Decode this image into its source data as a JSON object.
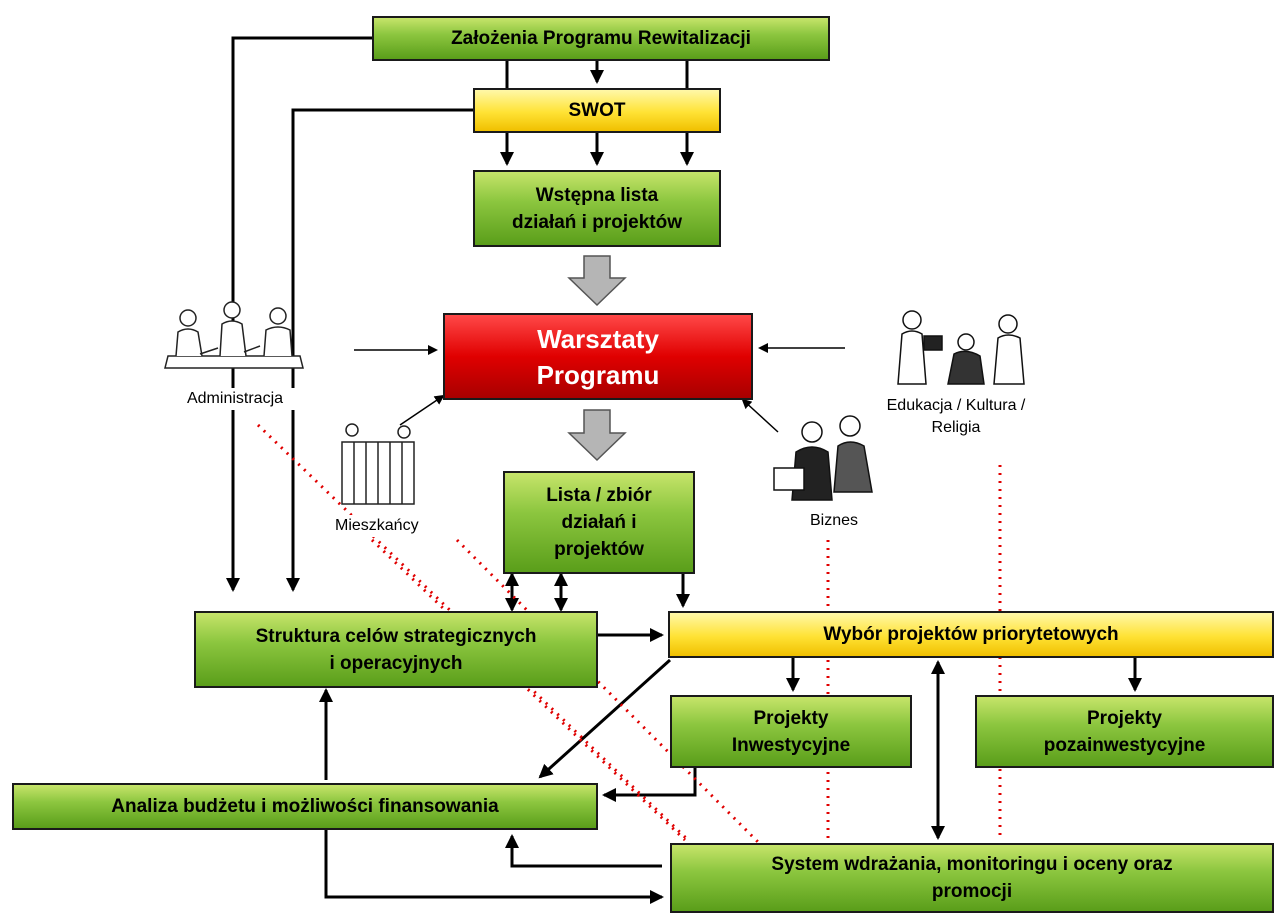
{
  "nodes": {
    "zalozenia": "Założenia Programu Rewitalizacji",
    "swot": "SWOT",
    "wstepna_1": "Wstępna lista",
    "wstepna_2": "działań i projektów",
    "warsztaty_1": "Warsztaty",
    "warsztaty_2": "Programu",
    "lista_1": "Lista / zbiór",
    "lista_2": "działań i",
    "lista_3": "projektów",
    "struktura_1": "Struktura celów strategicznych",
    "struktura_2": "i operacyjnych",
    "wybor": "Wybór projektów priorytetowych",
    "inwest_1": "Projekty",
    "inwest_2": "Inwestycyjne",
    "pozainwest_1": "Projekty",
    "pozainwest_2": "pozainwestycyjne",
    "analiza": "Analiza budżetu i możliwości finansowania",
    "system_1": "System wdrażania, monitoringu i oceny oraz",
    "system_2": "promocji"
  },
  "actors": {
    "administracja": "Administracja",
    "mieszkancy": "Mieszkańcy",
    "biznes": "Biznes",
    "edukacja_1": "Edukacja / Kultura /",
    "edukacja_2": "Religia"
  },
  "colors": {
    "green": "#8cc63f",
    "yellow": "#ffe234",
    "red": "#e00000",
    "dotted": "#e00000",
    "arrow_gray": "#b0b0b0"
  }
}
